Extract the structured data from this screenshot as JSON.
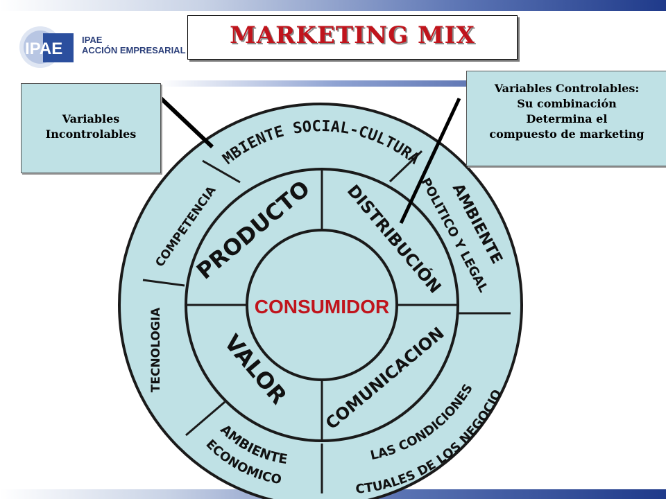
{
  "logo": {
    "mark": "IPAE",
    "name": "IPAE",
    "tagline": "ACCIÓN EMPRESARIAL"
  },
  "title": "MARKETING  MIX",
  "uncontrollable_box": {
    "line1": "Variables",
    "line2": "Incontrolables"
  },
  "controllable_box": {
    "line1": "Variables Controlables:",
    "line2": "Su combinación",
    "line3": "Determina el",
    "line4": "compuesto de marketing"
  },
  "center": "CONSUMIDOR",
  "marketing_mix": {
    "product": "PRODUCTO",
    "distribution": "DISTRIBUCIÓN",
    "value": "VALOR",
    "communication": "COMUNICACION"
  },
  "environment": {
    "social_cultural": "AMBIENTE SOCIAL-CULTURAL",
    "political_1": "AMBIENTE",
    "political_2": "POLITICO Y LEGAL",
    "competition": "COMPETENCIA",
    "technology": "TECNOLOGIA",
    "economic_1": "AMBIENTE",
    "economic_2": "ECONOMICO",
    "business_1": "LAS CONDICIONES",
    "business_2": "ACTUALES DE LOS NEGOCIOS"
  },
  "colors": {
    "title": "#c0141c",
    "center_text": "#c0141c",
    "fill": "#bfe1e5",
    "brand": "#2b3f7a"
  }
}
